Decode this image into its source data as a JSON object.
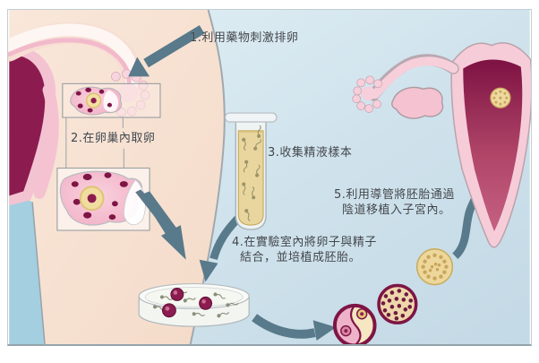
{
  "diagram": {
    "subject": "IVF process illustration",
    "steps": [
      {
        "label": "1.利用藥物刺激排卵"
      },
      {
        "label": "2.在卵巢內取卵"
      },
      {
        "label": "3.收集精液樣本"
      },
      {
        "label": "4.在實驗室內將卵子與精子",
        "label2": "結合，並培植成胚胎。"
      },
      {
        "label": "5.利用導管將胚胎通過",
        "label2": "陰道移植入子宮內。"
      }
    ],
    "colors": {
      "background_blue": "#cfe2ec",
      "left_strip_blue": "#a3cfe0",
      "body_skin": "#f8e4d6",
      "anatomy_maroon": "#8c1b50",
      "anatomy_pink": "#f4c2d1",
      "arrow_blue_gray": "#587a8b",
      "semen_gold": "#e9d69e",
      "embryo_gold": "#edd79b",
      "label_text": "#3f454b"
    }
  }
}
